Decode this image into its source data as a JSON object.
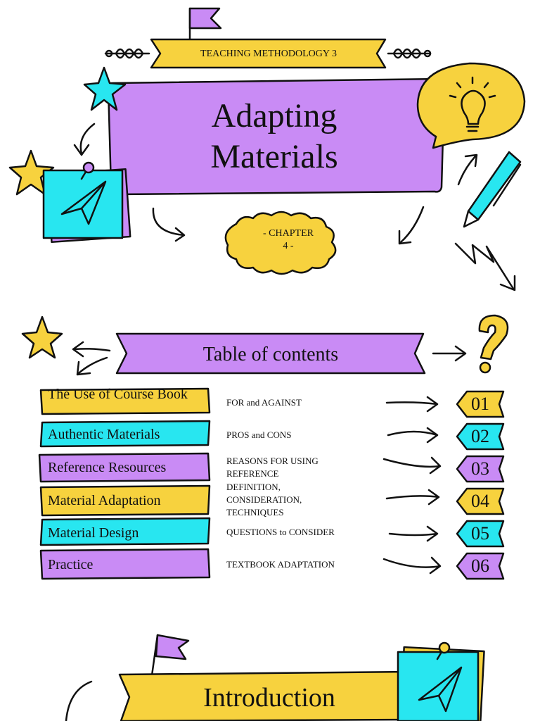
{
  "header": {
    "ribbon_label": "TEACHING METHODOLOGY 3",
    "title_line1": "Adapting",
    "title_line2": "Materials",
    "chapter_line1": "- CHAPTER",
    "chapter_line2": "4 -"
  },
  "toc": {
    "title": "Table of contents",
    "items": [
      {
        "label": "The Use of Course Book",
        "description": "FOR and AGAINST",
        "number": "01",
        "color": "#f7d23e"
      },
      {
        "label": "Authentic Materials",
        "description": "PROS and CONS",
        "number": "02",
        "color": "#28e6f0"
      },
      {
        "label": "Reference Resources",
        "description": "REASONS FOR USING REFERENCE",
        "number": "03",
        "color": "#c98bf5"
      },
      {
        "label": "Material Adaptation",
        "description": "DEFINITION, CONSIDERATION, TECHNIQUES",
        "number": "04",
        "color": "#f7d23e"
      },
      {
        "label": "Material Design",
        "description": "QUESTIONS to CONSIDER",
        "number": "05",
        "color": "#28e6f0"
      },
      {
        "label": "Practice",
        "description": "TEXTBOOK ADAPTATION",
        "number": "06",
        "color": "#c98bf5"
      }
    ]
  },
  "intro": {
    "title": "Introduction"
  },
  "colors": {
    "yellow": "#f7d23e",
    "cyan": "#28e6f0",
    "purple": "#c98bf5",
    "outline": "#111111"
  },
  "icons": [
    "flag-icon",
    "laurel-icon",
    "star-icon",
    "lightbulb-icon",
    "pen-icon",
    "paper-plane-icon",
    "pushpin-icon",
    "arrow-icon",
    "question-mark-icon",
    "zigzag-arrow-icon",
    "cloud-icon"
  ]
}
